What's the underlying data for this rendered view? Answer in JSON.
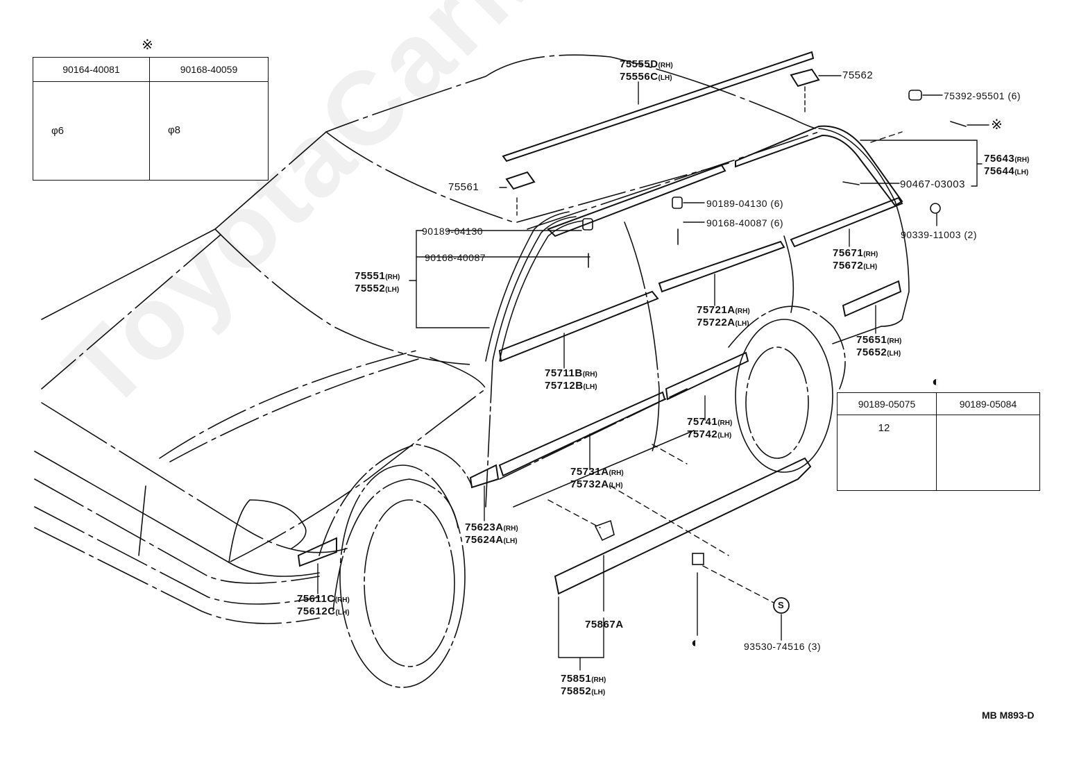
{
  "watermark": "ToyotaCarMine.ru",
  "diagram_code": "MB M893-D",
  "screw_table": {
    "symbol": "※",
    "items": [
      {
        "part": "90164-40081",
        "dim": "φ6"
      },
      {
        "part": "90168-40059",
        "dim": "φ8"
      }
    ]
  },
  "clip_table": {
    "symbol": "◐",
    "items": [
      {
        "part": "90189-05075",
        "dim": "12"
      },
      {
        "part": "90189-05084",
        "dim": ""
      }
    ]
  },
  "labels": {
    "roof_molding": {
      "rh": "75555D",
      "lh": "75556C",
      "rh_sfx": "(RH)",
      "lh_sfx": "(LH)"
    },
    "clip_75562": "75562",
    "clip_75561": "75561",
    "clip_75392": {
      "part": "75392-95501",
      "qty": "(6)"
    },
    "screw_symbol": "※",
    "quarter_window": {
      "rh": "75643",
      "lh": "75644",
      "rh_sfx": "(RH)",
      "lh_sfx": "(LH)"
    },
    "screw_90467": "90467-03003",
    "nut_90339": {
      "part": "90339-11003",
      "qty": "(2)"
    },
    "clip_90189_rear": {
      "part": "90189-04130",
      "qty": "(6)"
    },
    "screw_90168_rear": {
      "part": "90168-40087",
      "qty": "(6)"
    },
    "clip_90189_front": "90189-04130",
    "screw_90168_front": "90168-40087",
    "windshield_molding": {
      "rh": "75551",
      "lh": "75552",
      "rh_sfx": "(RH)",
      "lh_sfx": "(LH)"
    },
    "quarter_belt": {
      "rh": "75671",
      "lh": "75672",
      "rh_sfx": "(RH)",
      "lh_sfx": "(LH)"
    },
    "rear_door_belt": {
      "rh": "75721A",
      "lh": "75722A",
      "rh_sfx": "(RH)",
      "lh_sfx": "(LH)"
    },
    "front_door_belt": {
      "rh": "75711B",
      "lh": "75712B",
      "rh_sfx": "(RH)",
      "lh_sfx": "(LH)"
    },
    "quarter_side": {
      "rh": "75651",
      "lh": "75652",
      "rh_sfx": "(RH)",
      "lh_sfx": "(LH)"
    },
    "rear_door_side": {
      "rh": "75741",
      "lh": "75742",
      "rh_sfx": "(RH)",
      "lh_sfx": "(LH)"
    },
    "front_door_side": {
      "rh": "75731A",
      "lh": "75732A",
      "rh_sfx": "(RH)",
      "lh_sfx": "(LH)"
    },
    "fender_rear": {
      "rh": "75623A",
      "lh": "75624A",
      "rh_sfx": "(RH)",
      "lh_sfx": "(LH)"
    },
    "fender_front": {
      "rh": "75611C",
      "lh": "75612C",
      "rh_sfx": "(RH)",
      "lh_sfx": "(LH)"
    },
    "rocker_clip": "75867A",
    "rocker_molding": {
      "rh": "75851",
      "lh": "75852",
      "rh_sfx": "(RH)",
      "lh_sfx": "(LH)"
    },
    "clip_symbol": "◐",
    "s_symbol": "S",
    "clip_93530": {
      "part": "93530-74516",
      "qty": "(3)"
    }
  }
}
